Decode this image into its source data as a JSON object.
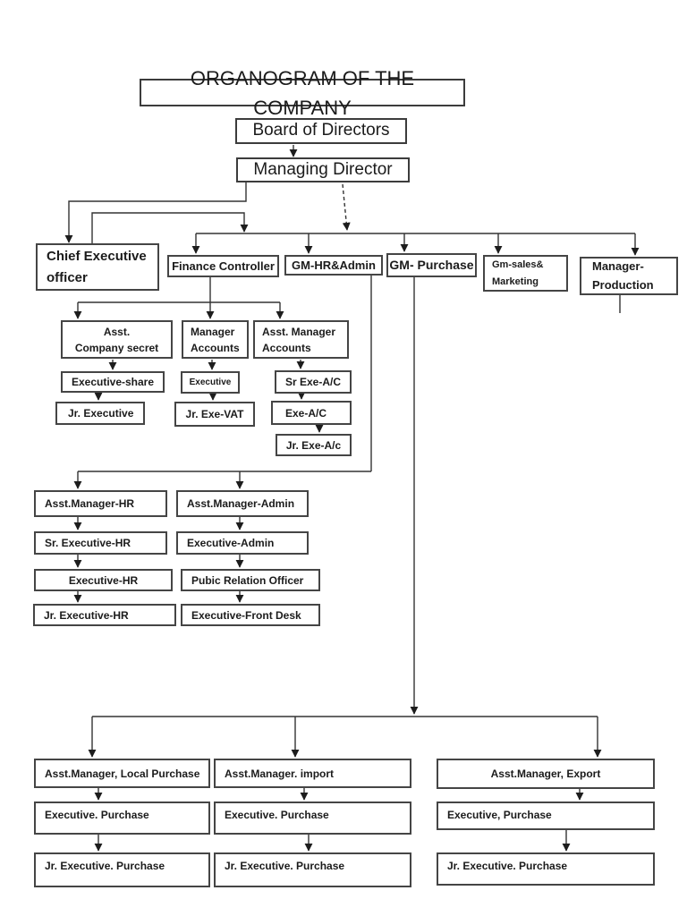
{
  "page": {
    "title": "ORGANOGRAM OF THE COMPANY"
  },
  "nodes": {
    "board": "Board of Directors",
    "managing_director": "Managing Director",
    "ceo": "Chief Executive\nofficer",
    "finance_controller": "Finance Controller",
    "gm_hr_admin": "GM-HR&Admin",
    "gm_purchase": "GM- Purchase",
    "gm_sales_marketing": "Gm-sales&\nMarketing",
    "manager_production": "Manager-\nProduction",
    "asst_company_secret": "Asst.\nCompany secret",
    "manager_accounts": "Manager\nAccounts",
    "asst_manager_accounts": "Asst. Manager\nAccounts",
    "executive_share": "Executive-share",
    "executive": "Executive",
    "sr_exe_ac": "Sr Exe-A/C",
    "jr_executive": "Jr. Executive",
    "jr_exe_vat": "Jr. Exe-VAT",
    "exe_ac": "Exe-A/C",
    "jr_exe_ac": "Jr. Exe-A/c",
    "asst_manager_hr": "Asst.Manager-HR",
    "asst_manager_admin": "Asst.Manager-Admin",
    "sr_executive_hr": "Sr. Executive-HR",
    "executive_admin": "Executive-Admin",
    "executive_hr": "Executive-HR",
    "public_relation_officer": "Pubic Relation Officer",
    "jr_executive_hr": "Jr. Executive-HR",
    "executive_front_desk": "Executive-Front Desk",
    "asst_manager_local_purchase": "Asst.Manager, Local Purchase",
    "asst_manager_import": "Asst.Manager. import",
    "asst_manager_export": "Asst.Manager, Export",
    "executive_purchase_local": "Executive. Purchase",
    "executive_purchase_import": "Executive. Purchase",
    "executive_purchase_export": "Executive, Purchase",
    "jr_executive_purchase_local": "Jr. Executive. Purchase",
    "jr_executive_purchase_import": "Jr. Executive. Purchase",
    "jr_executive_purchase_export": "Jr. Executive. Purchase"
  },
  "colors": {
    "line": "#333333",
    "arrow": "#1d1d1d",
    "border": "#454545",
    "text": "#1b1b1b",
    "background": "#ffffff"
  }
}
